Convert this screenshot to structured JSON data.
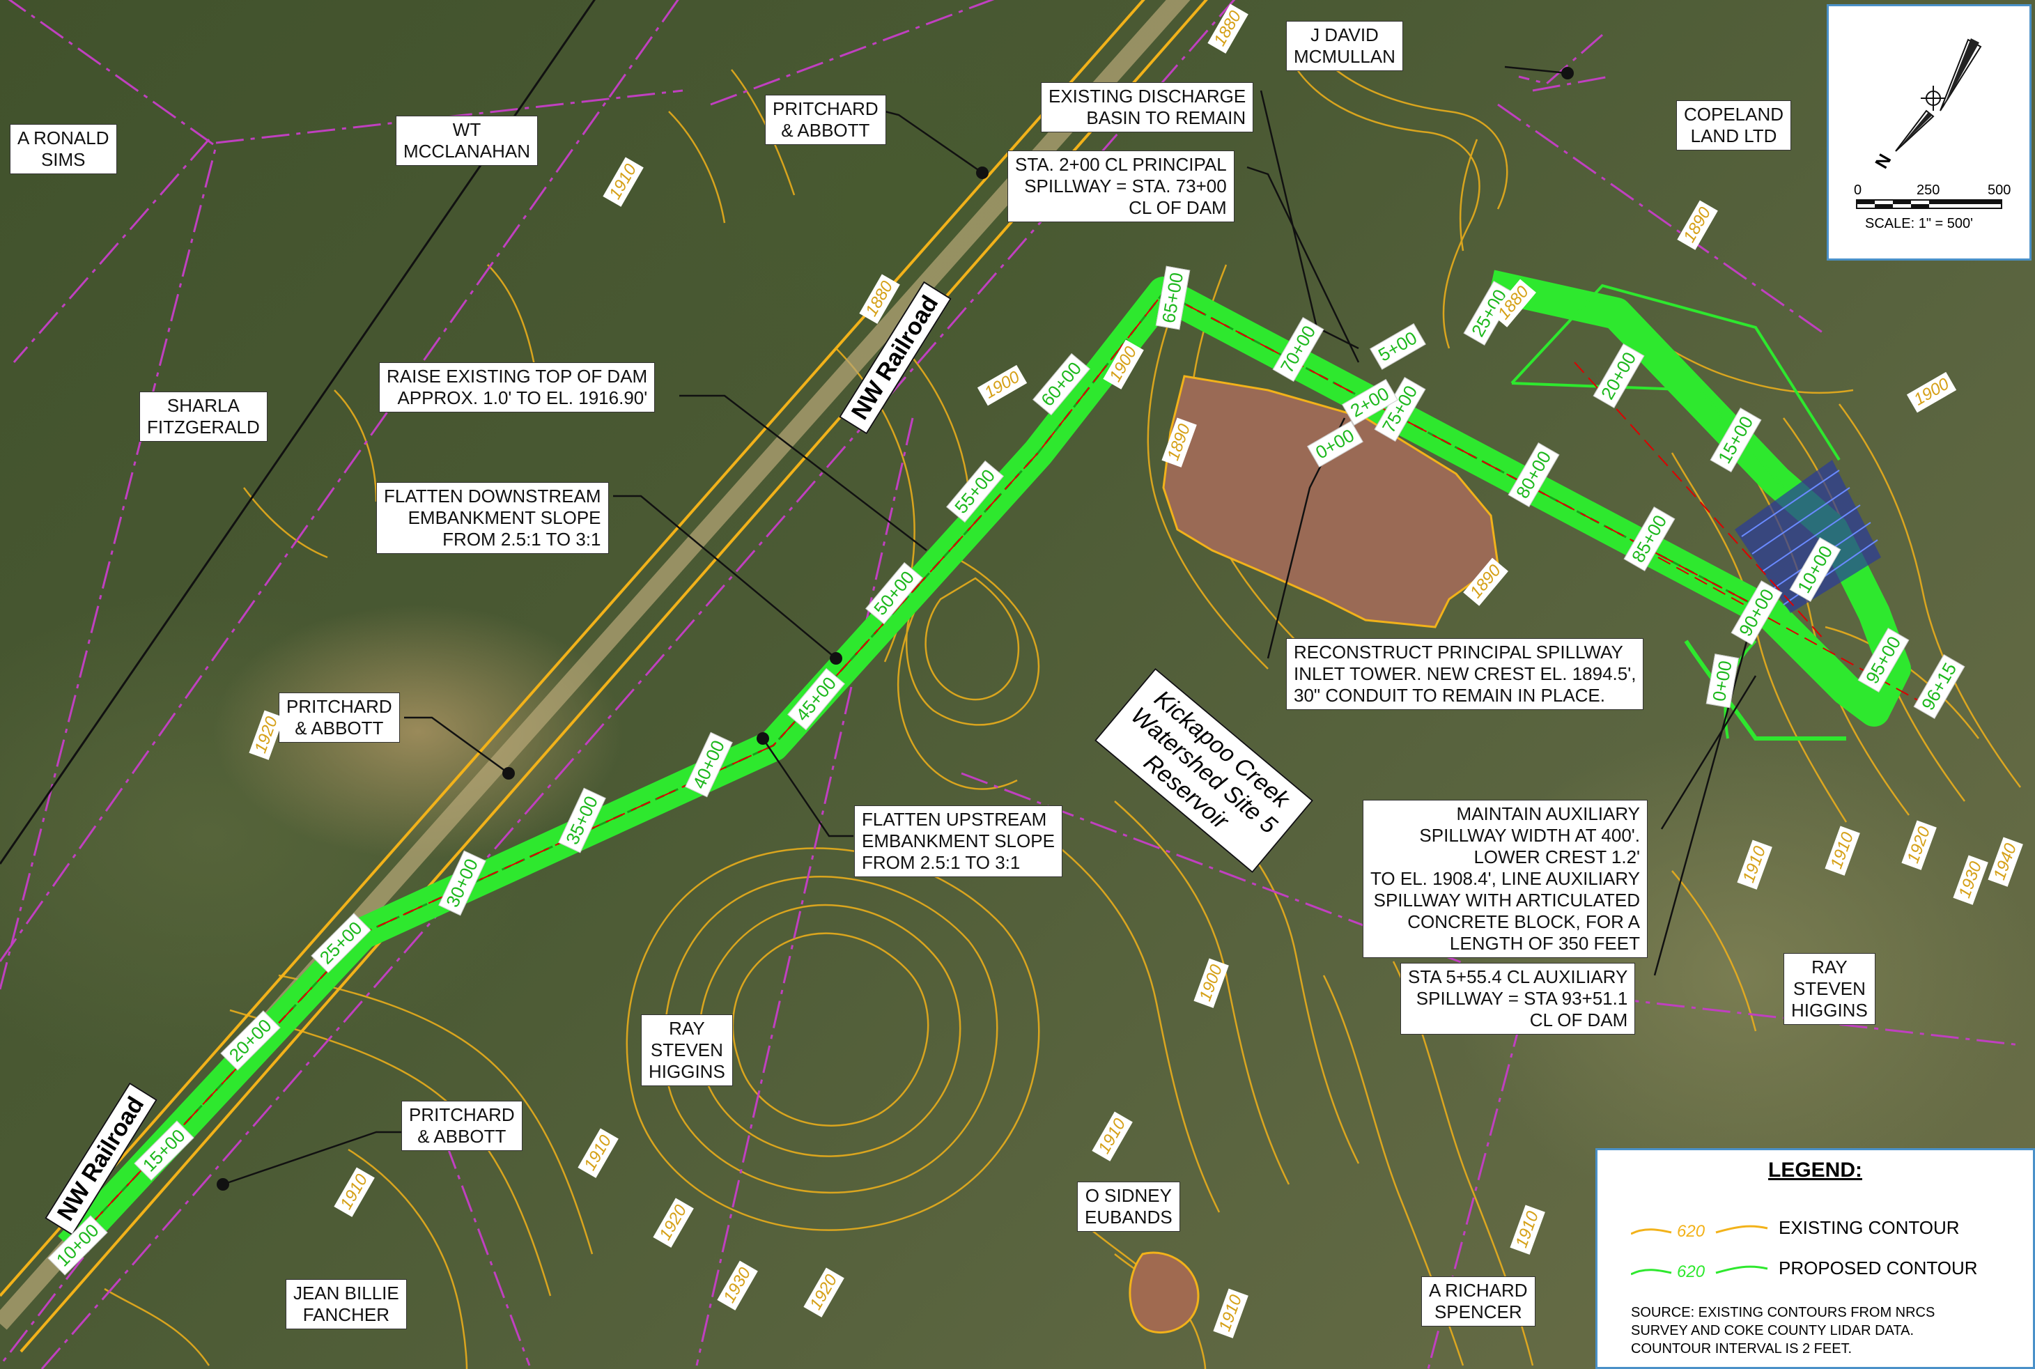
{
  "map": {
    "owners": [
      [
        "A RONALD",
        "SIMS"
      ],
      [
        "WT",
        "MCCLANAHAN"
      ],
      [
        "PRITCHARD",
        "& ABBOTT"
      ],
      [
        "J DAVID",
        "MCMULLAN"
      ],
      [
        "COPELAND",
        "LAND LTD"
      ],
      [
        "SHARLA",
        "FITZGERALD"
      ],
      [
        "PRITCHARD",
        "& ABBOTT"
      ],
      [
        "RAY",
        "STEVEN",
        "HIGGINS"
      ],
      [
        "RAY",
        "STEVEN",
        "HIGGINS"
      ],
      [
        "PRITCHARD",
        "& ABBOTT"
      ],
      [
        "JEAN BILLIE",
        "FANCHER"
      ],
      [
        "O SIDNEY",
        "EUBANDS"
      ],
      [
        "A RICHARD",
        "SPENCER"
      ]
    ],
    "notes": {
      "discharge": [
        "EXISTING DISCHARGE",
        "BASIN TO REMAIN"
      ],
      "principal_spillway": [
        "STA. 2+00 CL PRINCIPAL",
        "SPILLWAY = STA. 73+00",
        "CL OF DAM"
      ],
      "raise_dam": [
        "RAISE EXISTING TOP OF DAM",
        "APPROX. 1.0' TO EL. 1916.90'"
      ],
      "downstream": [
        "FLATTEN DOWNSTREAM",
        "EMBANKMENT SLOPE",
        "FROM 2.5:1 TO 3:1"
      ],
      "upstream": [
        "FLATTEN UPSTREAM",
        "EMBANKMENT SLOPE",
        "FROM 2.5:1 TO 3:1"
      ],
      "inlet_tower": [
        "RECONSTRUCT PRINCIPAL SPILLWAY",
        "INLET TOWER. NEW CREST EL. 1894.5',",
        "30\" CONDUIT TO REMAIN IN PLACE."
      ],
      "auxiliary": [
        "MAINTAIN AUXILIARY",
        "SPILLWAY WIDTH AT 400'.",
        "LOWER CREST 1.2'",
        "TO EL. 1908.4', LINE AUXILIARY",
        "SPILLWAY WITH ARTICULATED",
        "CONCRETE BLOCK, FOR A",
        "LENGTH OF 350 FEET"
      ],
      "aux_station": [
        "STA 5+55.4 CL AUXILIARY",
        "SPILLWAY = STA 93+51.1",
        "CL OF DAM"
      ]
    },
    "roads": [
      "NW Railroad",
      "NW Railroad"
    ],
    "site": [
      "Kickapoo Creek",
      "Watershed Site 5",
      "Reservoir"
    ],
    "stations": [
      "10+00",
      "15+00",
      "20+00",
      "25+00",
      "30+00",
      "35+00",
      "40+00",
      "45+00",
      "50+00",
      "55+00",
      "60+00",
      "65+00",
      "70+00",
      "75+00",
      "80+00",
      "85+00",
      "90+00",
      "95+00",
      "96+15",
      "0+00",
      "2+00",
      "0+00",
      "15+00",
      "20+00",
      "25+00",
      "10+00",
      "5+00"
    ],
    "elevations": [
      "1880",
      "1910",
      "1880",
      "1900",
      "1900",
      "1900",
      "1890",
      "1890",
      "1880",
      "1890",
      "1900",
      "1910",
      "1910",
      "1920",
      "1930",
      "1940",
      "1920",
      "1910",
      "1910",
      "1920",
      "1930",
      "1920",
      "1910",
      "1910",
      "1910"
    ]
  },
  "scale": {
    "ticks": [
      "0",
      "250",
      "500"
    ],
    "caption": "SCALE: 1\" = 500'",
    "north": "N"
  },
  "legend": {
    "title": "LEGEND:",
    "contour_sample": "620",
    "existing_label": "EXISTING CONTOUR",
    "proposed_label": "PROPOSED CONTOUR",
    "source_lines": [
      "SOURCE:  EXISTING CONTOURS FROM NRCS",
      "SURVEY AND COKE COUNTY LIDAR DATA.",
      "COUNTOUR INTERVAL IS 2 FEET."
    ]
  },
  "colors": {
    "existing_contour": "#f2b21a",
    "proposed_contour": "#2ee82e",
    "property_line": "#c040c0",
    "reservoir": "#9a6a55"
  }
}
